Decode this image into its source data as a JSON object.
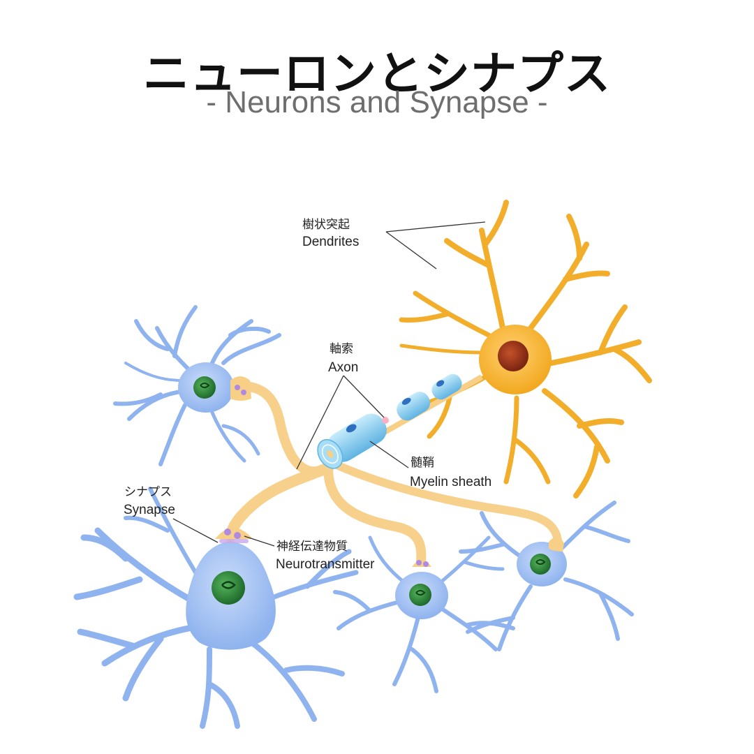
{
  "header": {
    "title": "ニューロンとシナプス",
    "subtitle": "- Neurons and Synapse -"
  },
  "labels": {
    "dendrites": {
      "ja": "樹状突起",
      "en": "Dendrites"
    },
    "axon": {
      "ja": "軸索",
      "en": "Axon"
    },
    "myelin": {
      "ja": "髄鞘",
      "en": "Myelin sheath"
    },
    "synapse": {
      "ja": "シナプス",
      "en": "Synapse"
    },
    "neurotransmitter": {
      "ja": "神経伝達物質",
      "en": "Neurotransmitter"
    }
  },
  "colors": {
    "active_neuron": "#f2ae2b",
    "neuron_blue": "#8fb3ee",
    "nucleus_green": "#2e8b3c",
    "myelin_blue": "#7cc4ea",
    "axon_cream": "#f7cf86",
    "vesicle_purple": "#9b6ac8"
  }
}
